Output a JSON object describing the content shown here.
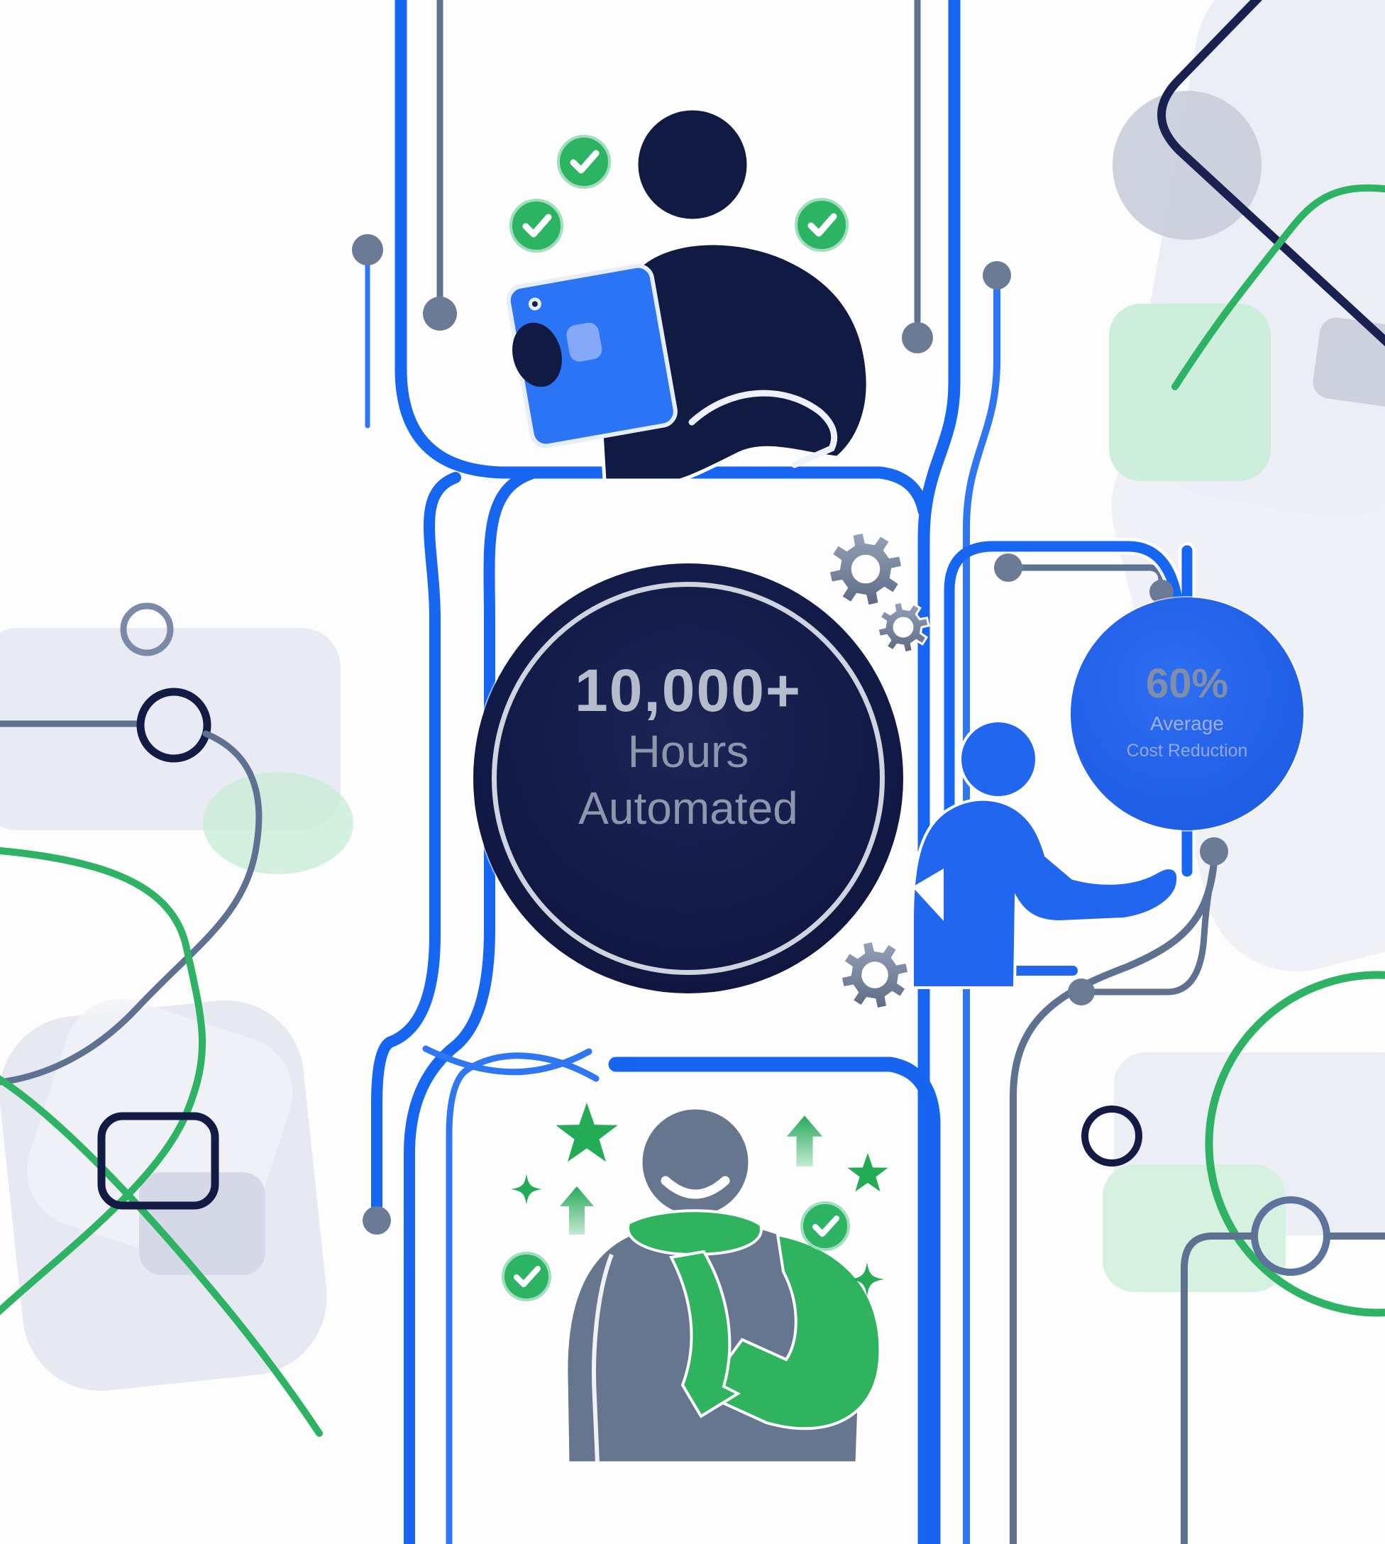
{
  "stats": {
    "hours": {
      "value": "10,000+",
      "line1": "Hours",
      "line2": "Automated"
    },
    "cost": {
      "value": "60%",
      "line1": "Average",
      "line2": "Cost Reduction"
    }
  },
  "colors": {
    "circuit_blue": "#1766f2",
    "thin_blue": "#2f77f2",
    "navy": "#111a42",
    "navy_line": "#1a2150",
    "steel_line": "#5f7190",
    "node_gray": "#6b7b95",
    "green": "#2db363",
    "slate_figure": "#67768f",
    "person_blue": "#2066ee",
    "tablet_blue": "#2b74f6",
    "stat_dark_bg": "#121a48",
    "stat_blue_bg": "#2261e9",
    "light_gray_shape": "#e9ebf4",
    "light_green_shape": "#cdeeda"
  },
  "icons": [
    "check-circle-icon",
    "star-icon",
    "sparkle-icon",
    "arrow-up-icon",
    "gear-icon",
    "circuit-node-icon",
    "person-with-tablet",
    "presenting-person",
    "person-with-scarf"
  ]
}
